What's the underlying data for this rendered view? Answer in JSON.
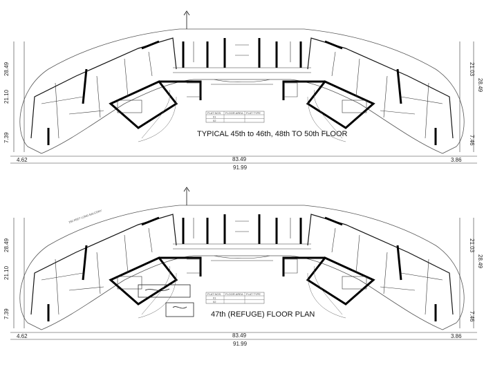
{
  "plans": [
    {
      "title": "TYPICAL 45th to 46th, 48th TO 50th FLOOR",
      "table": {
        "headers": [
          "FLAT NOS.",
          "FLOOR AREA",
          "FLAT TYPE"
        ],
        "rows": [
          [
            "01",
            "",
            ""
          ],
          [
            "02",
            "",
            ""
          ]
        ]
      },
      "dims": {
        "left_total": "28.49",
        "left_upper": "21.10",
        "left_lower": "7.39",
        "left_offset": "4.62",
        "inner_width": "83.49",
        "total_width": "91.99",
        "right_offset": "3.86",
        "right_total": "28.49",
        "right_upper": "21.03",
        "right_lower": "7.46"
      },
      "note": ""
    },
    {
      "title": "47th (REFUGE) FLOOR PLAN",
      "table": {
        "headers": [
          "FLAT NOS.",
          "FLOOR AREA",
          "FLAT TYPE"
        ],
        "rows": [
          [
            "01",
            "",
            ""
          ],
          [
            "02",
            "",
            ""
          ]
        ]
      },
      "dims": {
        "left_total": "28.49",
        "left_upper": "21.10",
        "left_lower": "7.39",
        "left_offset": "4.62",
        "inner_width": "83.49",
        "total_width": "91.99",
        "right_offset": "3.86",
        "right_total": "28.49",
        "right_upper": "21.03",
        "right_lower": "7.46"
      },
      "note": "250 FEET LONG BALCONY"
    }
  ],
  "colors": {
    "line": "#111111",
    "paper": "#ffffff"
  }
}
